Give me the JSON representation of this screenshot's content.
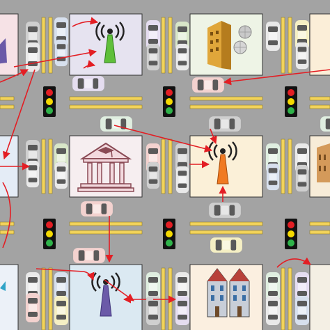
{
  "colors": {
    "road": "#a3a3a3",
    "lane_yellow": "#f2d35a",
    "lane_border": "#8a7a2a",
    "arrow": "#e31e24",
    "block_pink": "#fbe6e3",
    "block_cream": "#fbf0d8",
    "block_lilac": "#e4e0ef",
    "block_blue": "#dbe9f2",
    "block_beige": "#f7ecd8"
  },
  "blocks": [
    {
      "name": "block-house-left",
      "icon": "house-icon",
      "fill": "#f6e2e6"
    },
    {
      "name": "block-cell-tower-green",
      "icon": "cell-tower-icon",
      "fill": "#e6e3f0"
    },
    {
      "name": "block-office-building",
      "icon": "office-building-icon",
      "fill": "#eef4e6"
    },
    {
      "name": "block-top-right",
      "icon": "",
      "fill": "#fbeed8"
    },
    {
      "name": "block-middle-left",
      "icon": "",
      "fill": "#e4ecf6"
    },
    {
      "name": "block-university",
      "icon": "university-icon",
      "fill": "#f6eef0"
    },
    {
      "name": "block-cell-tower-orange",
      "icon": "cell-tower-icon",
      "fill": "#fbf0d8"
    },
    {
      "name": "block-middle-right",
      "icon": "building-icon",
      "fill": "#f7ecd8"
    },
    {
      "name": "block-bottom-left",
      "icon": "",
      "fill": "#ecf1f8"
    },
    {
      "name": "block-cell-tower-purple",
      "icon": "cell-tower-icon",
      "fill": "#dbe9f2"
    },
    {
      "name": "block-townhouses",
      "icon": "townhouses-icon",
      "fill": "#fbefe0"
    },
    {
      "name": "block-bottom-right",
      "icon": "",
      "fill": "#f4efe4"
    }
  ],
  "traffic_lights": [
    "traffic-light-icon",
    "traffic-light-icon",
    "traffic-light-icon",
    "traffic-light-icon",
    "traffic-light-icon",
    "traffic-light-icon"
  ],
  "car_colors": [
    "#cfcfcf",
    "#d7e0ee",
    "#d8e6c8",
    "#f3d2cf",
    "#f5efc4",
    "#e5ddf0",
    "#e9e9e9",
    "#dfeee0"
  ]
}
